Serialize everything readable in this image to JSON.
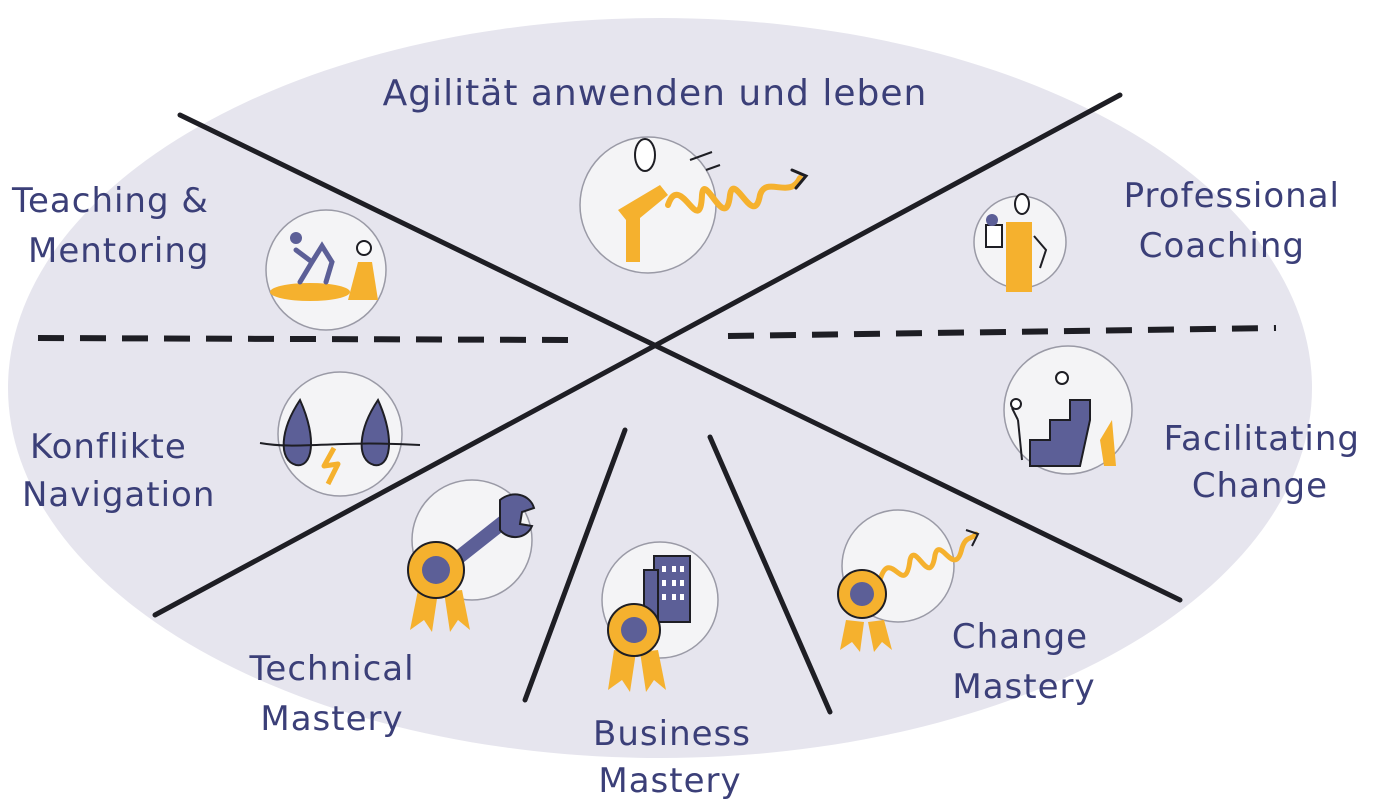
{
  "diagram": {
    "title": "Agilität anwenden und leben",
    "segments": {
      "teaching": {
        "line1": "Teaching &",
        "line2": "Mentoring"
      },
      "professional": {
        "line1": "Professional",
        "line2": "Coaching"
      },
      "konflikte": {
        "line1": "Konflikte",
        "line2": "Navigation"
      },
      "facilitating": {
        "line1": "Facilitating",
        "line2": "Change"
      },
      "technical": {
        "line1": "Technical",
        "line2": "Mastery"
      },
      "business": {
        "line1": "Business",
        "line2": "Mastery"
      },
      "change": {
        "line1": "Change",
        "line2": "Mastery"
      }
    },
    "icons": {
      "agility": "agile-person-spiral-icon",
      "teaching": "teacher-student-icon",
      "coaching": "coach-clipboard-icon",
      "konflikte": "conflict-drops-icon",
      "facilitating": "stairs-climbing-icon",
      "technical": "wrench-award-icon",
      "business": "building-award-icon",
      "change": "spiral-award-icon"
    },
    "colors": {
      "ellipse": "#e6e5ee",
      "text": "#3b3f78",
      "accent": "#f5b12e",
      "navy": "#5c5f97",
      "lines": "#1e1e24"
    }
  }
}
